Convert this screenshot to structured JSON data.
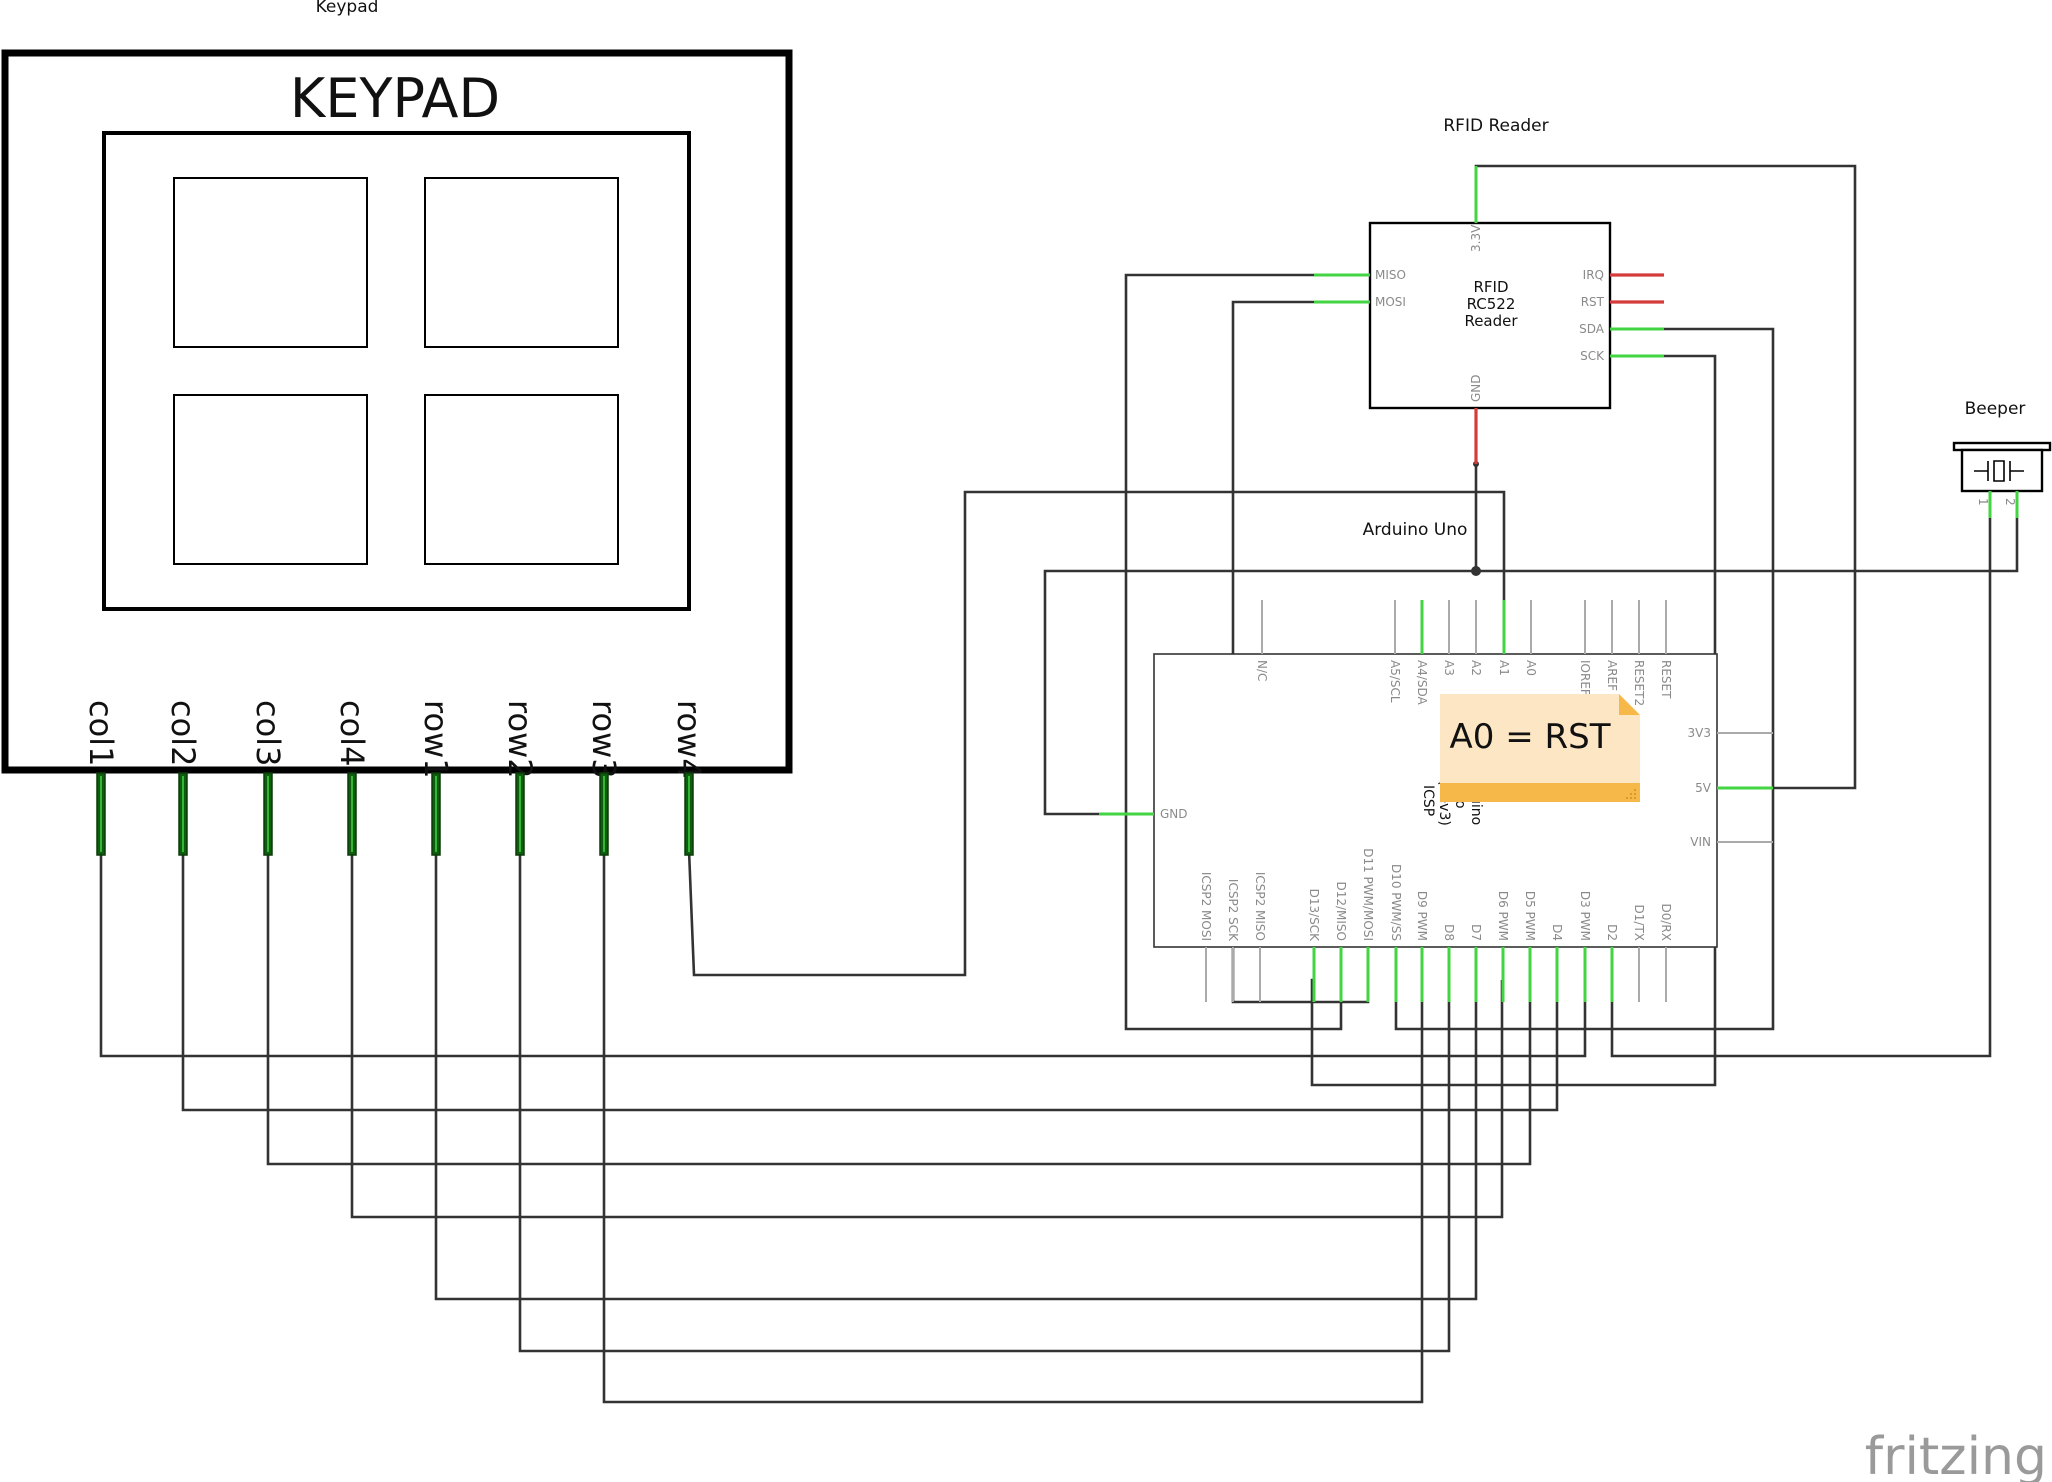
{
  "keypad": {
    "part_label": "Keypad",
    "title": "KEYPAD",
    "pins": [
      "col1",
      "col2",
      "col3",
      "col4",
      "row1",
      "row2",
      "row3",
      "row4"
    ]
  },
  "rfid": {
    "part_label": "RFID Reader",
    "name_lines": [
      "RFID",
      "RC522",
      "Reader"
    ],
    "pin_top": "3.3V",
    "pin_bottom": "GND",
    "pins_left": [
      "MISO",
      "MOSI"
    ],
    "pins_right": [
      "IRQ",
      "RST",
      "SDA",
      "SCK"
    ]
  },
  "arduino": {
    "part_label": "Arduino Uno",
    "top_pins": [
      "N/C",
      "A5/SCL",
      "A4/SDA",
      "A3",
      "A2",
      "A1",
      "A0",
      "IOREF",
      "AREF",
      "RESET2",
      "RESET"
    ],
    "bottom_pins": [
      "ICSP2 MOSI",
      "ICSP2 SCK",
      "ICSP2 MISO",
      "D13/SCK",
      "D12/MISO",
      "D11 PWM/MOSI",
      "D10 PWM/SS",
      "D9 PWM",
      "D8",
      "D7",
      "D6 PWM",
      "D5 PWM",
      "D4",
      "D3 PWM",
      "D2",
      "D1/TX",
      "D0/RX"
    ],
    "right_pins": [
      "3V3",
      "5V",
      "VIN"
    ],
    "left_pin": "GND",
    "partial_label_lines": [
      "uino",
      "o",
      "(Rev3)",
      "ICSP"
    ]
  },
  "beeper": {
    "part_label": "Beeper",
    "pin_numbers": [
      "1",
      "2"
    ]
  },
  "note": {
    "text": "A0 = RST"
  },
  "watermark": "fritzing",
  "colors": {
    "wire": "#333333",
    "connected_pin": "#42d442",
    "unconnected_pin": "#d43b3b",
    "note_fill": "#fde6c3",
    "note_band": "#f7b84a"
  }
}
